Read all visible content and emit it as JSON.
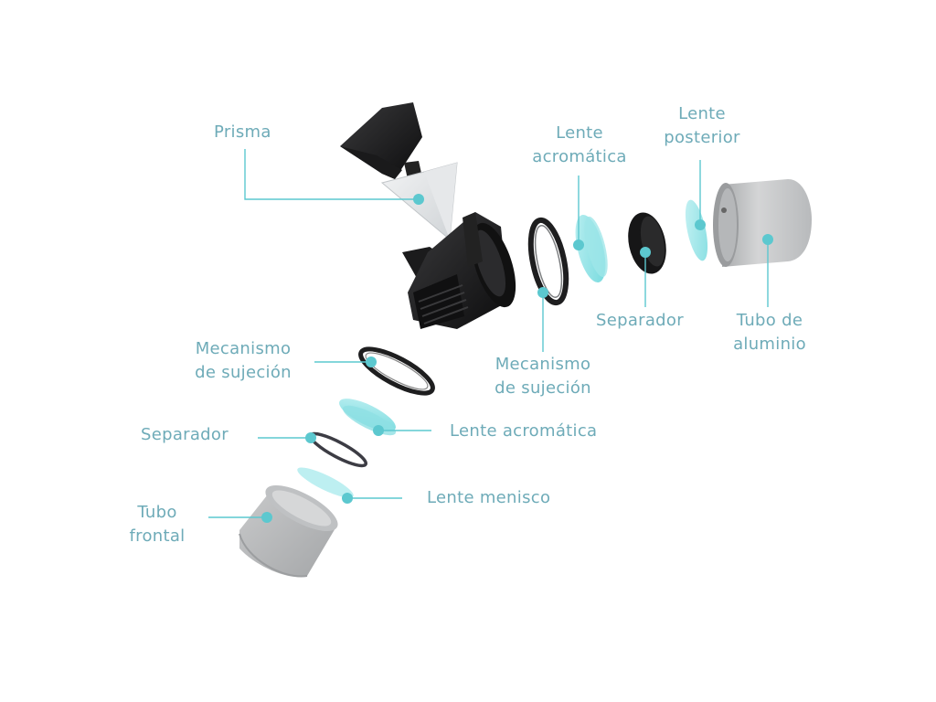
{
  "accent_color": "#5cc8cf",
  "label_color": "#6eabb8",
  "parts": {
    "prisma": "Prisma",
    "lente_acromatica_top": [
      "Lente",
      "acromática"
    ],
    "lente_posterior": [
      "Lente",
      "posterior"
    ],
    "separador_top": "Separador",
    "tubo_aluminio": [
      "Tubo de",
      "aluminio"
    ],
    "mecanismo_top": [
      "Mecanismo",
      "de sujeción"
    ],
    "mecanismo_left": [
      "Mecanismo",
      "de sujeción"
    ],
    "lente_acromatica_bottom": "Lente acromática",
    "separador_bottom": "Separador",
    "lente_menisco": "Lente menisco",
    "tubo_frontal": [
      "Tubo",
      "frontal"
    ]
  }
}
